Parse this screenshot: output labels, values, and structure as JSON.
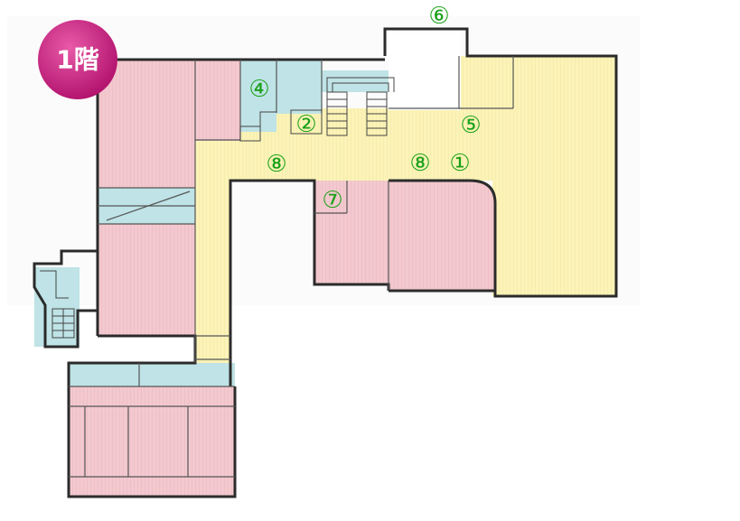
{
  "floor_label": "1階",
  "markers": [
    {
      "id": "marker-1",
      "label": "①"
    },
    {
      "id": "marker-2",
      "label": "②"
    },
    {
      "id": "marker-4",
      "label": "④"
    },
    {
      "id": "marker-5",
      "label": "⑤"
    },
    {
      "id": "marker-6",
      "label": "⑥"
    },
    {
      "id": "marker-7",
      "label": "⑦"
    },
    {
      "id": "marker-8a",
      "label": "⑧"
    },
    {
      "id": "marker-8b",
      "label": "⑧"
    }
  ],
  "colors": {
    "room": "#f3c9cf",
    "corridor": "#fbf3b7",
    "stair_area": "#bfe3e6",
    "wall": "#2b2b2b",
    "marker": "#1aa01a",
    "floor_badge": "#c81f7e"
  }
}
